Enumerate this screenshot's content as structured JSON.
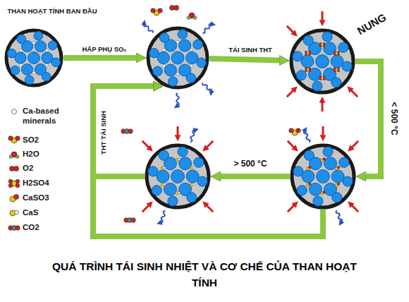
{
  "diagram": {
    "caption": "QUÁ TRÌNH TÁI SINH NHIỆT VÀ CƠ CHẾ CỦA THAN HOẠT TÍNH",
    "nodes": [
      {
        "text": [
          "THAN HOẠT TÍNH BAN ĐẦU"
        ]
      },
      {
        "text": []
      },
      {
        "text": [
          "NUNG"
        ]
      },
      {
        "text": []
      },
      {
        "text": []
      }
    ],
    "edges": [
      {
        "from": 0,
        "to": 1,
        "arrow": "to",
        "label": "HẤP PHỤ SO₂"
      },
      {
        "from": 1,
        "to": 2,
        "arrow": "to",
        "label": "TÁI SINH THT"
      },
      {
        "from": 2,
        "to": 3,
        "arrow": "to",
        "label": "< 500 °C"
      },
      {
        "from": 3,
        "to": 4,
        "arrow": "to",
        "label": "> 500 °C"
      },
      {
        "from": 4,
        "to": 1,
        "arrow": "to",
        "label": "THT TÁI SINH"
      },
      {
        "from": 3,
        "to": 1,
        "arrow": "to"
      }
    ],
    "legend": [
      {
        "text": "Ca-based minerals"
      },
      {
        "text": "SO2"
      },
      {
        "text": "H2O"
      },
      {
        "text": "O2"
      },
      {
        "text": "H2SO4"
      },
      {
        "text": "CaSO3"
      },
      {
        "text": "CaS"
      },
      {
        "text": "CO2"
      }
    ]
  }
}
